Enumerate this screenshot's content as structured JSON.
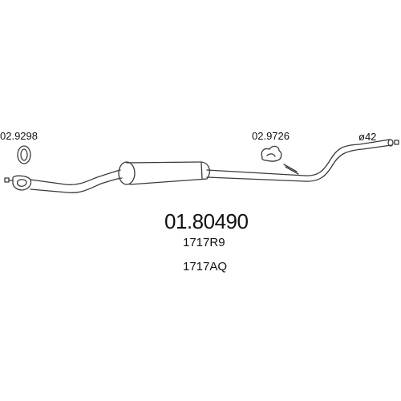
{
  "diagram": {
    "part_number": "01.80490",
    "oem_refs": [
      "1717R9",
      "1717AQ"
    ],
    "accessories": [
      {
        "label": "02.9298",
        "icon": "gasket-ring-icon"
      },
      {
        "label": "02.9726",
        "icon": "rubber-hanger-icon"
      }
    ],
    "diameter_label": "ø42"
  },
  "colors": {
    "line": "#3a3a3a",
    "background": "#ffffff"
  }
}
